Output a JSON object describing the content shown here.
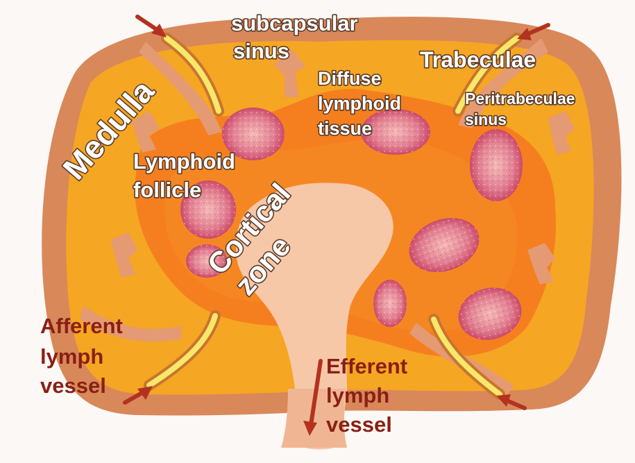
{
  "labels": {
    "subcapsular": [
      "subcapsular",
      "sinus"
    ],
    "trabeculae": "Trabeculae",
    "diffuse": [
      "Diffuse",
      "lymphoid",
      "tissue"
    ],
    "peritrabecular": [
      "Peritrabeculae",
      "sinus"
    ],
    "medulla": "Medulla",
    "lymphoid_follicle": [
      "Lymphoid",
      "follicle"
    ],
    "cortical": "Cortical",
    "zone": "zone",
    "afferent": [
      "Afferent",
      "lymph",
      "vessel"
    ],
    "efferent": [
      "Efferent",
      "lymph",
      "vessel"
    ]
  },
  "colors": {
    "capsule": "#d9885a",
    "sinus_orange": "#f5a623",
    "cortex": "#f57f1e",
    "medulla_pale": "#f7c8a8",
    "follicle": "#d95a78",
    "trabecula": "#e49a72",
    "vessel_yellow": "#f8e86a",
    "arrow": "#b3321f",
    "label_dark": "#8a1f14"
  }
}
